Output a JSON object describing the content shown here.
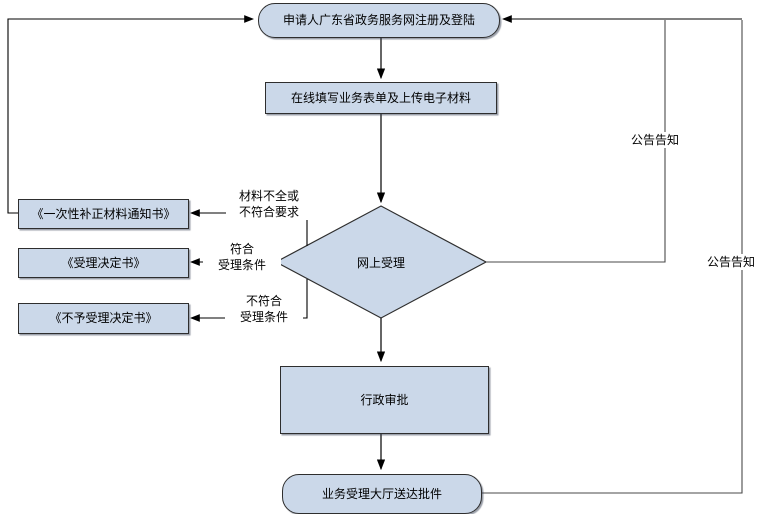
{
  "colors": {
    "node_fill": "#cbd8e9",
    "node_border": "#2e2e2e",
    "flow_line": "#000000",
    "loop_line": "#4a4a4a"
  },
  "nodes": {
    "start": {
      "type": "terminator",
      "label": "申请人广东省政务服务网注册及登陆"
    },
    "fill_form": {
      "type": "process",
      "label": "在线填写业务表单及上传电子材料"
    },
    "online_accept": {
      "type": "decision",
      "label": "网上受理"
    },
    "notice_supplement": {
      "type": "process",
      "label": "《一次性补正材料通知书》"
    },
    "accept_decision": {
      "type": "process",
      "label": "《受理决定书》"
    },
    "reject_decision": {
      "type": "process",
      "label": "《不予受理决定书》"
    },
    "admin_approval": {
      "type": "process",
      "label": "行政审批"
    },
    "delivery": {
      "type": "terminator",
      "label": "业务受理大厅送达批件"
    }
  },
  "edge_labels": {
    "incomplete_line1": "材料不全或",
    "incomplete_line2": "不符合要求",
    "meet_line1": "符合",
    "meet_line2": "受理条件",
    "not_meet_line1": "不符合",
    "not_meet_line2": "受理条件",
    "notice_inner": "公告告知",
    "notice_outer": "公告告知"
  }
}
